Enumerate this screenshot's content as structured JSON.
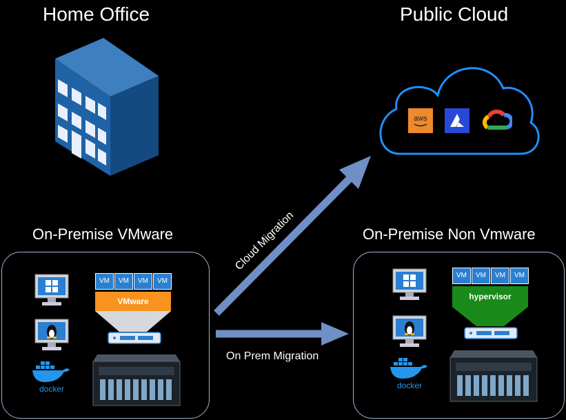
{
  "sections": {
    "home_office": "Home Office",
    "public_cloud": "Public Cloud",
    "onprem_vmware": "On-Premise VMware",
    "onprem_nonvmware": "On-Premise Non Vmware"
  },
  "migrations": {
    "cloud": "Cloud Migration",
    "onprem": "On Prem Migration"
  },
  "left_stack": {
    "vm_labels": [
      "VM",
      "VM",
      "VM",
      "VM"
    ],
    "hypervisor": "VMware",
    "hypervisor_color": "#f7931e"
  },
  "right_stack": {
    "vm_labels": [
      "VM",
      "VM",
      "VM",
      "VM"
    ],
    "hypervisor": "hypervisor",
    "hypervisor_color": "#1a8a1a"
  },
  "docker_text": "docker",
  "cloud_providers": {
    "aws": "aws"
  },
  "colors": {
    "arrow": "#6f8fc6",
    "panel_border": "#9fb4d8",
    "cloud_outline": "#1e90ff",
    "vm_box": "#2a7fd1"
  },
  "icons": [
    "office-building-icon",
    "cloud-icon",
    "aws-icon",
    "azure-icon",
    "google-cloud-icon",
    "windows-monitor-icon",
    "linux-monitor-icon",
    "docker-icon",
    "server-icon",
    "nic-icon"
  ]
}
